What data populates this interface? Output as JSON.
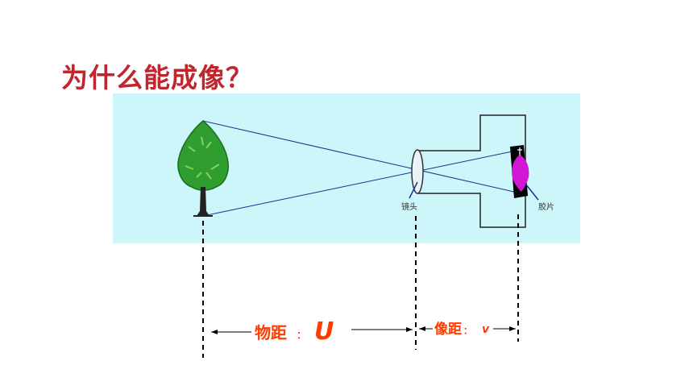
{
  "title": "为什么能成像？",
  "diagram": {
    "lens_label": "镜头",
    "film_label": "胶片",
    "object_distance_label": "物距",
    "object_distance_symbol": "U",
    "image_distance_label": "像距",
    "image_distance_symbol": "v",
    "colon": "："
  },
  "colors": {
    "title": "#c0262d",
    "panel_bg": "#ccf6f9",
    "ray": "#1e2f8a",
    "tree": "#2f9d2f",
    "image": "#d316d3",
    "distance_text": "#ff3b00"
  }
}
